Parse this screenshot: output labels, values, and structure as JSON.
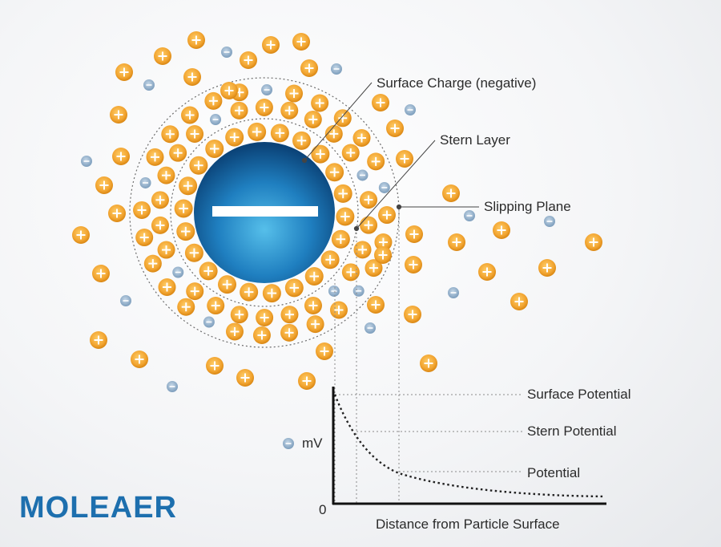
{
  "labels": {
    "surface_charge": "Surface Charge (negative)",
    "stern_layer": "Stern Layer",
    "slipping_plane": "Slipping Plane",
    "surface_potential": "Surface Potential",
    "stern_potential": "Stern Potential",
    "potential": "Potential",
    "y_unit": "mV",
    "y_zero": "0",
    "x_axis": "Distance from Particle Surface"
  },
  "logo": {
    "text": "MOLEAER",
    "color": "#1d6fae"
  },
  "colors": {
    "positive_ion": "#f2a531",
    "negative_ion": "#8fb0cd",
    "particle": "#1f7fc0"
  },
  "symbols": {
    "plus": "+",
    "minus": "−"
  },
  "icons": [
    "plus-ion-icon",
    "minus-ion-icon",
    "negative-particle-icon"
  ]
}
